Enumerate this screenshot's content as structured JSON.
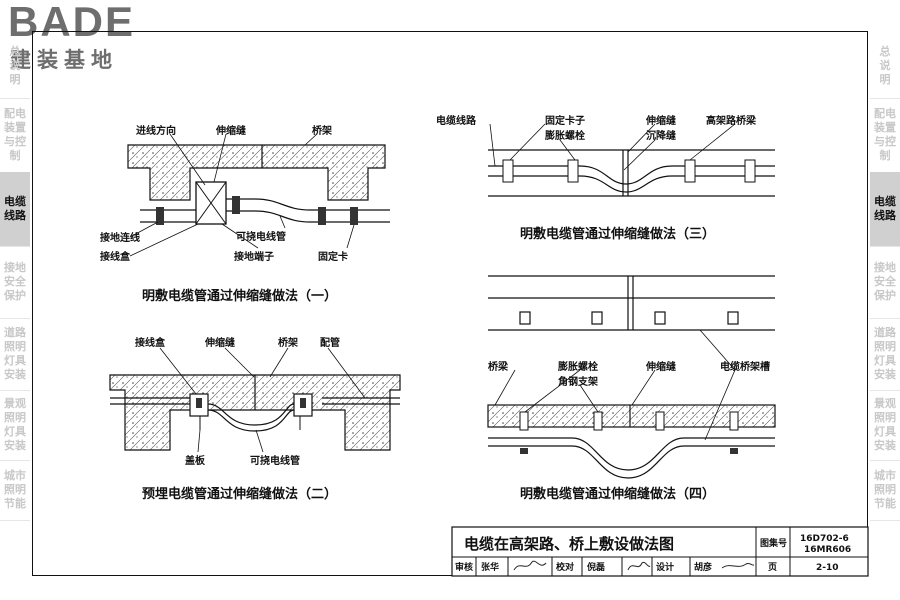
{
  "logo": {
    "brand": "BADE",
    "subtitle": "建装基地"
  },
  "side_tabs_left": [
    {
      "label": "总\n说\n明",
      "active": false
    },
    {
      "label": "配电\n装置\n与控\n制",
      "active": false
    },
    {
      "label": "电缆\n线路",
      "active": true
    },
    {
      "label": "接地\n安全\n保护",
      "active": false
    },
    {
      "label": "道路\n照明\n灯具\n安装",
      "active": false
    },
    {
      "label": "景观\n照明\n灯具\n安装",
      "active": false
    },
    {
      "label": "城市\n照明\n节能",
      "active": false
    }
  ],
  "side_tabs_right": [
    {
      "label": "总\n说\n明",
      "active": false
    },
    {
      "label": "配电\n装置\n与控\n制",
      "active": false
    },
    {
      "label": "电缆\n线路",
      "active": true
    },
    {
      "label": "接地\n安全\n保护",
      "active": false
    },
    {
      "label": "道路\n照明\n灯具\n安装",
      "active": false
    },
    {
      "label": "景观\n照明\n灯具\n安装",
      "active": false
    },
    {
      "label": "城市\n照明\n节能",
      "active": false
    }
  ],
  "diagram1": {
    "labels": {
      "direction": "进线方向",
      "joint": "伸缩缝",
      "bridge": "桥架",
      "ground_wire": "接地连线",
      "junction_box": "接线盒",
      "flex_conduit": "可挠电线管",
      "ground_terminal": "接地端子",
      "clip": "固定卡"
    },
    "caption": "明敷电缆管通过伸缩缝做法（一）"
  },
  "diagram2": {
    "labels": {
      "junction_box": "接线盒",
      "joint": "伸缩缝",
      "bridge": "桥架",
      "conduit": "配管",
      "cover": "盖板",
      "flex_conduit": "可挠电线管"
    },
    "caption": "预埋电缆管通过伸缩缝做法（二）"
  },
  "diagram3": {
    "labels": {
      "cable_line": "电缆线路",
      "clip": "固定卡子",
      "bolt": "膨胀螺栓",
      "joint": "伸缩缝",
      "settlement": "沉降缝",
      "viaduct": "高架路桥梁"
    },
    "caption": "明敷电缆管通过伸缩缝做法（三）"
  },
  "diagram4": {
    "labels": {
      "bridge": "桥梁",
      "bolt": "膨胀螺栓",
      "bracket": "角钢支架",
      "joint": "伸缩缝",
      "tray": "电缆桥架槽"
    },
    "caption": "明敷电缆管通过伸缩缝做法（四）"
  },
  "title_block": {
    "title": "电缆在高架路、桥上敷设做法图",
    "atlas_label": "图集号",
    "atlas_no_1": "16D702-6",
    "atlas_no_2": "16MR606",
    "review": "审核",
    "reviewer": "张华",
    "check": "校对",
    "checker": "倪磊",
    "design": "设计",
    "designer": "胡彦",
    "page_label": "页",
    "page_no": "2-10"
  },
  "colors": {
    "line": "#111111",
    "hatch": "#555555",
    "tab_active": "#d0d0d0",
    "tab_text": "#c8c8c8",
    "logo": "#6e6e6e"
  }
}
